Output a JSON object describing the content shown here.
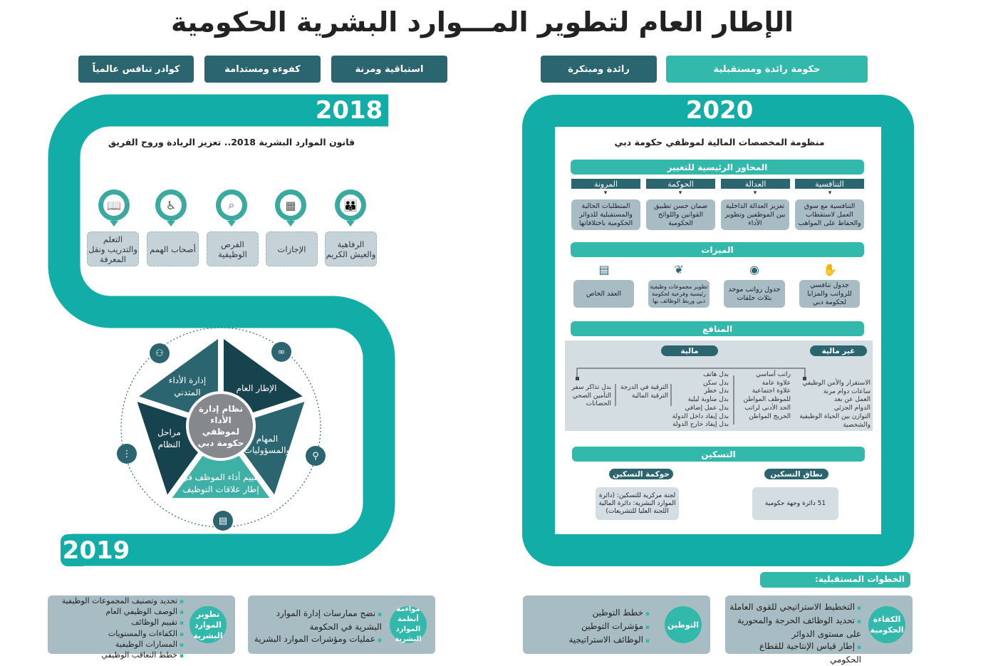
{
  "title": "الإطار العام لتطوير المـــوارد البشرية الحكومية",
  "top_buttons": {
    "left": [
      "كوادر تنافس عالمياً",
      "كفوءة ومستدامة",
      "استباقية ومرنة"
    ],
    "right": [
      "رائدة ومبتكرة",
      "حكومة رائدة ومستقبلية"
    ]
  },
  "colors": {
    "teal": "#13ada7",
    "light_teal": "#33b8ac",
    "dark": "#2a6570",
    "grey_box": "#a7bcc3"
  },
  "y2018": {
    "year": "2018",
    "subtitle": "قانون الموارد البشرية 2018.. تعزيز الريادة وروح الفريق",
    "items": [
      {
        "label": "الرفاهية والعيش الكريم",
        "icon": "family-icon"
      },
      {
        "label": "الإجازات",
        "icon": "calendar-icon"
      },
      {
        "label": "الفرص الوظيفية",
        "icon": "search-people-icon"
      },
      {
        "label": "أصحاب الهمم",
        "icon": "wheelchair-icon"
      },
      {
        "label": "التعلم والتدريب ونقل المعرفة",
        "icon": "book-icon"
      }
    ]
  },
  "y2019": {
    "year": "2019",
    "center": "نظام إدارة الأداء لموظفي حكومة دبي",
    "segments": [
      "الإطار العام",
      "المهام والمسؤوليات",
      "تقييم أداء الموظف في إطار علاقات التوظيف",
      "مراحل النظام",
      "إدارة الأداء المتدني"
    ]
  },
  "y2020": {
    "year": "2020",
    "subtitle": "منظومة المخصصات المالية لموظفي حكومة دبي",
    "axes_title": "المحاور الرئيسية للتغيير",
    "axes": [
      {
        "head": "التنافسية",
        "text": "التنافسية مع سوق العمل لاستقطاب والحفاظ على المواهب"
      },
      {
        "head": "العدالة",
        "text": "تعزيز العدالة الداخلية بين الموظفين وتطوير الأداء"
      },
      {
        "head": "الحوكمة",
        "text": "ضمان حسن تطبيق القوانين واللوائح الحكومية"
      },
      {
        "head": "المرونة",
        "text": "المتطلبات الحالية والمستقبلية للدوائر الحكومية باختلافاتها"
      }
    ],
    "features_title": "الميزات",
    "features": [
      {
        "text": "جدول تنافسي للرواتب والمزايا لحكومة دبي",
        "icon": "money-hand-icon"
      },
      {
        "text": "جدول رواتب موحد بثلاث حلقات",
        "icon": "layers-icon"
      },
      {
        "text": "تطوير مجموعات وظيفية رئيسية وفرعية لحكومة دبي وربط الوظائف بها",
        "icon": "plant-hand-icon"
      },
      {
        "text": "العقد الخاص",
        "icon": "contract-icon"
      }
    ],
    "benefits_title": "المنافع",
    "nonfinancial_label": "غير مالية",
    "financial_label": "مالية",
    "nonfinancial": [
      "الاستقرار والأمن الوظيفي",
      "ساعات دوام مرنة",
      "العمل عن بعد",
      "الدوام الجزئي",
      "التوازن بين الحياة الوظيفية والشخصية"
    ],
    "salary": [
      "راتب أساسي",
      "علاوة عامة",
      "علاوة اجتماعية",
      "للموظف المواطن",
      "الحد الأدنى لراتب",
      "الخريج المواطن"
    ],
    "allowances": [
      "بدل هاتف",
      "بدل سكن",
      "بدل خطر",
      "بدل مناوبة ليلية",
      "بدل عمل إضافي",
      "بدل إيفاد داخل الدولة",
      "بدل إيفاد خارج الدولة"
    ],
    "promotions": [
      "الترقية في الدرجة",
      "الترقية المالية"
    ],
    "other": [
      "بدل تذاكر سفر",
      "التأمين الصحي",
      "الحضانات"
    ],
    "placement_title": "التسكين",
    "scope_label": "نطاق التسكين",
    "scope_text": "51 دائرة وجهة حكومية",
    "gov_label": "حوكمة التسكين",
    "gov_text": "لجنة مركزية للتسكين: (دائرة الموارد البشرية: دائرة المالية اللجنة العليا للتشريعات)"
  },
  "future": {
    "title": "الخطوات المستقبلية:",
    "boxes": [
      {
        "title": "الكفاءة الحكومية",
        "items": [
          "التخطيط الاستراتيجي للقوى العاملة",
          "تحديد الوظائف الحرجة والمحورية على مستوى الدوائر",
          "إطار قياس الإنتاجية للقطاع الحكومي"
        ]
      },
      {
        "title": "التوطين",
        "items": [
          "خطط التوطين",
          "مؤشرات التوطين",
          "الوظائف الاستراتيجية"
        ]
      },
      {
        "title": "مواءمة أنظمة الموارد البشرية",
        "items": [
          "نضج ممارسات إدارة الموارد البشرية في الحكومة",
          "عمليات ومؤشرات الموارد البشرية"
        ]
      },
      {
        "title": "تطوير الموارد البشرية",
        "items": [
          "تحديد وتصنيف المجموعات الوظيفية",
          "الوصف الوظيفي العام",
          "تقييم الوظائف",
          "الكفاءات والمستويات",
          "المسارات الوظيفية",
          "خطط التعاقب الوظيفي"
        ]
      }
    ]
  }
}
